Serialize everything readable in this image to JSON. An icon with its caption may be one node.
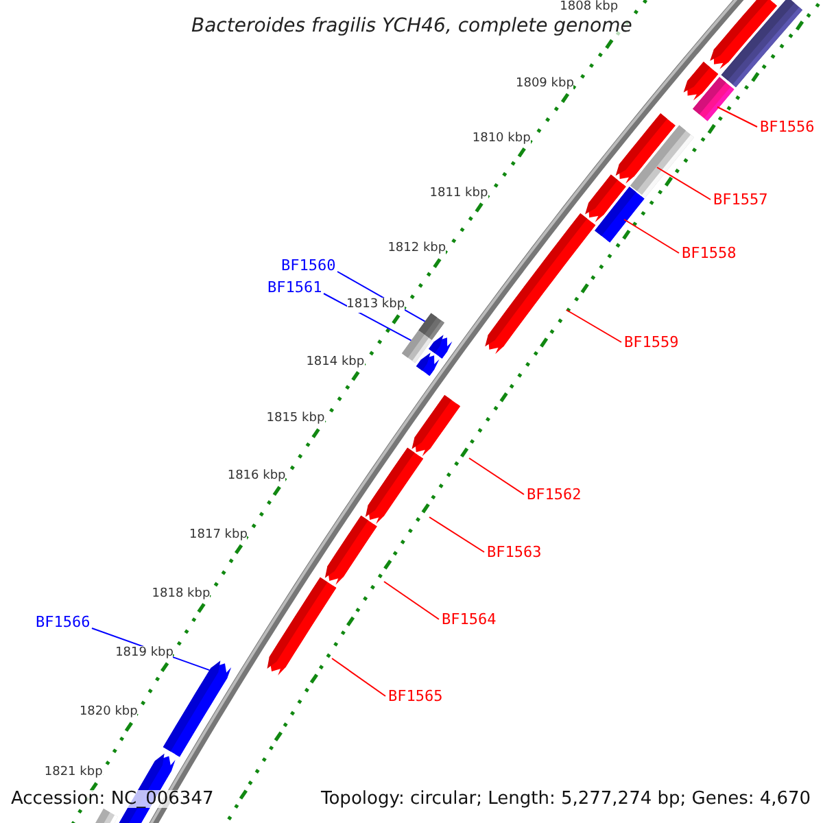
{
  "diagram": {
    "title": "Bacteroides fragilis YCH46, complete genome",
    "nodes": [
      {
        "text": [
          "BF1556"
        ]
      },
      {
        "text": [
          "BF1557"
        ]
      },
      {
        "text": [
          "BF1558"
        ]
      },
      {
        "text": [
          "BF1560"
        ]
      },
      {
        "text": [
          "BF1561"
        ]
      },
      {
        "text": [
          "BF1559"
        ]
      },
      {
        "text": [
          "BF1562"
        ]
      },
      {
        "text": [
          "BF1563"
        ]
      },
      {
        "text": [
          "BF1564"
        ]
      },
      {
        "text": [
          "BF1566"
        ]
      },
      {
        "text": [
          "BF1565"
        ]
      },
      {
        "text": [],
        "shape": "bar"
      },
      {
        "text": [],
        "shape": "bar"
      },
      {
        "text": [],
        "shape": "bar"
      }
    ],
    "edges": [
      {
        "from": 0,
        "to": null,
        "arrow": "none"
      },
      {
        "from": 1,
        "to": null,
        "arrow": "none"
      },
      {
        "from": 2,
        "to": null,
        "arrow": "none"
      },
      {
        "from": 3,
        "to": 11,
        "arrow": "none",
        "color": "#0000ff"
      },
      {
        "from": 4,
        "to": 12,
        "arrow": "none",
        "color": "#0000ff"
      },
      {
        "from": 5,
        "to": null,
        "arrow": "none"
      },
      {
        "from": 6,
        "to": null,
        "arrow": "none"
      },
      {
        "from": 7,
        "to": null,
        "arrow": "none"
      },
      {
        "from": 8,
        "to": null,
        "arrow": "none"
      },
      {
        "from": 9,
        "to": 13,
        "arrow": "none",
        "color": "#0000ff"
      },
      {
        "from": 10,
        "to": null,
        "arrow": "none"
      }
    ],
    "labels": [
      "1808 kbp",
      "1809 kbp",
      "1810 kbp",
      "1811 kbp",
      "1812 kbp",
      "1813 kbp",
      "1814 kbp",
      "1815 kbp",
      "1816 kbp",
      "1817 kbp",
      "1818 kbp",
      "1819 kbp",
      "1820 kbp",
      "1821 kbp",
      "Accession: NC_006347",
      "Topology: circular; Length: 5,277,274 bp; Genes: 4,670"
    ]
  }
}
